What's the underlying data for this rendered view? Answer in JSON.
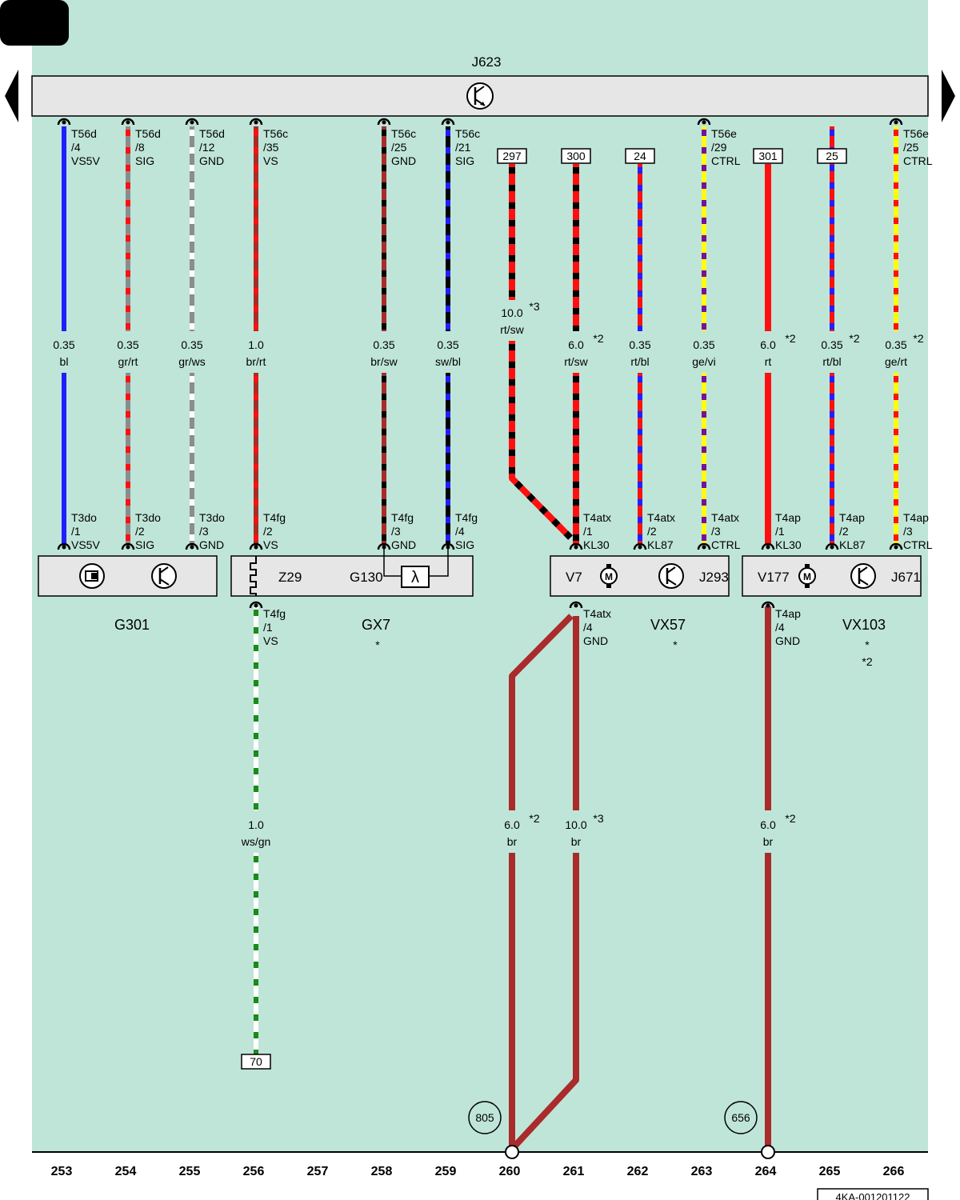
{
  "colors": {
    "background": "#bfe5d8",
    "module_fill": "#e6e6e6",
    "bl": "#1f1fff",
    "rt": "#ff1010",
    "gr": "#8c8c8c",
    "ws": "#ffffff",
    "br": "#aa2b2b",
    "sw": "#000000",
    "ge": "#ffff10",
    "vi": "#7a0f9a",
    "gn": "#1a8a1a"
  },
  "header": {
    "control_unit": "J623"
  },
  "footer": {
    "track_numbers": [
      "253",
      "254",
      "255",
      "256",
      "257",
      "258",
      "259",
      "260",
      "261",
      "262",
      "263",
      "264",
      "265",
      "266"
    ],
    "doc_id": "4KA-001201122"
  },
  "top_pins": [
    {
      "l1": "T56d",
      "l2": "/4",
      "l3": "VS5V"
    },
    {
      "l1": "T56d",
      "l2": "/8",
      "l3": "SIG"
    },
    {
      "l1": "T56d",
      "l2": "/12",
      "l3": "GND"
    },
    {
      "l1": "T56c",
      "l2": "/35",
      "l3": "VS"
    },
    {
      "l1": "T56c",
      "l2": "/25",
      "l3": "GND"
    },
    {
      "l1": "T56c",
      "l2": "/21",
      "l3": "SIG"
    },
    {
      "l1": "T56e",
      "l2": "/29",
      "l3": "CTRL"
    },
    {
      "l1": "T56e",
      "l2": "/25",
      "l3": "CTRL"
    }
  ],
  "ref_boxes": [
    "297",
    "300",
    "24",
    "301",
    "25",
    "70"
  ],
  "wires": [
    {
      "size": "0.35",
      "color": "bl"
    },
    {
      "size": "0.35",
      "color": "gr/rt"
    },
    {
      "size": "0.35",
      "color": "gr/ws"
    },
    {
      "size": "1.0",
      "color": "br/rt"
    },
    {
      "size": "0.35",
      "color": "br/sw"
    },
    {
      "size": "0.35",
      "color": "sw/bl"
    },
    {
      "size": "10.0",
      "color": "rt/sw",
      "note": "*3"
    },
    {
      "size": "6.0",
      "color": "rt/sw",
      "note": "*2"
    },
    {
      "size": "0.35",
      "color": "rt/bl"
    },
    {
      "size": "0.35",
      "color": "ge/vi"
    },
    {
      "size": "6.0",
      "color": "rt",
      "note": "*2"
    },
    {
      "size": "0.35",
      "color": "rt/bl",
      "note": "*2"
    },
    {
      "size": "0.35",
      "color": "ge/rt",
      "note": "*2"
    },
    {
      "size": "1.0",
      "color": "ws/gn"
    },
    {
      "size": "6.0",
      "color": "br",
      "note": "*2"
    },
    {
      "size": "10.0",
      "color": "br",
      "note": "*3"
    },
    {
      "size": "6.0",
      "color": "br",
      "note": "*2"
    }
  ],
  "bottom_pins": [
    {
      "l1": "T3do",
      "l2": "/1",
      "l3": "VS5V"
    },
    {
      "l1": "T3do",
      "l2": "/2",
      "l3": "SIG"
    },
    {
      "l1": "T3do",
      "l2": "/3",
      "l3": "GND"
    },
    {
      "l1": "T4fg",
      "l2": "/2",
      "l3": "VS"
    },
    {
      "l1": "T4fg",
      "l2": "/3",
      "l3": "GND"
    },
    {
      "l1": "T4fg",
      "l2": "/4",
      "l3": "SIG"
    },
    {
      "l1": "T4atx",
      "l2": "/1",
      "l3": "KL30"
    },
    {
      "l1": "T4atx",
      "l2": "/2",
      "l3": "KL87"
    },
    {
      "l1": "T4atx",
      "l2": "/3",
      "l3": "CTRL"
    },
    {
      "l1": "T4ap",
      "l2": "/1",
      "l3": "KL30"
    },
    {
      "l1": "T4ap",
      "l2": "/2",
      "l3": "KL87"
    },
    {
      "l1": "T4ap",
      "l2": "/3",
      "l3": "CTRL"
    }
  ],
  "lower_pins": [
    {
      "l1": "T4fg",
      "l2": "/1",
      "l3": "VS"
    },
    {
      "l1": "T4atx",
      "l2": "/4",
      "l3": "GND"
    },
    {
      "l1": "T4ap",
      "l2": "/4",
      "l3": "GND"
    }
  ],
  "components": {
    "g301": "G301",
    "gx7": "GX7",
    "gx7_note": "*",
    "z29": "Z29",
    "g130": "G130",
    "v7": "V7",
    "j293": "J293",
    "vx57": "VX57",
    "vx57_note": "*",
    "v177": "V177",
    "j671": "J671",
    "vx103": "VX103",
    "vx103_note1": "*",
    "vx103_note2": "*2"
  },
  "ground_points": [
    "805",
    "656"
  ]
}
